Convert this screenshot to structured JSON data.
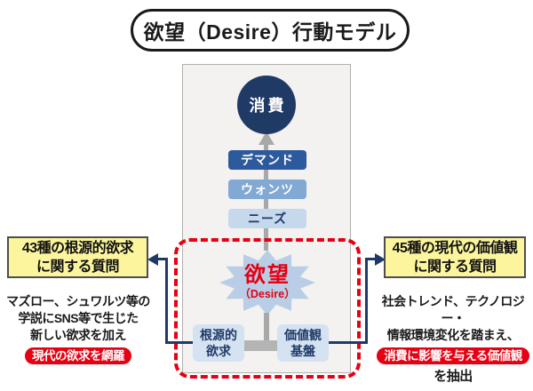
{
  "title": "欲望（Desire）行動モデル",
  "colors": {
    "navy": "#203a66",
    "demand_blue": "#2d5a9c",
    "wants_blue": "#82a8d4",
    "needs_blue": "#c5d8ec",
    "foundation_blue": "#d4e2f1",
    "burst_blue": "#b9cee6",
    "accent_red": "#e60012",
    "question_yellow": "#fcf59e",
    "panel_gray": "#f3f2f0",
    "arrow_gray": "#a8a8a8"
  },
  "flow": {
    "consumption": "消費",
    "levels": [
      {
        "label": "デマンド"
      },
      {
        "label": "ウォンツ"
      },
      {
        "label": "ニーズ"
      }
    ],
    "desire": {
      "main": "欲望",
      "sub": "（Desire）"
    },
    "foundations": [
      {
        "line1": "根源的",
        "line2": "欲求"
      },
      {
        "line1": "価値観",
        "line2": "基盤"
      }
    ]
  },
  "left": {
    "question_box": {
      "line1": "43種の根源的欲求",
      "line2": "に関する質問"
    },
    "description": [
      "マズロー、シュワルツ等の",
      "学説にSNS等で生じた",
      "新しい欲求を加え"
    ],
    "highlight": "現代の欲求を網羅"
  },
  "right": {
    "question_box": {
      "line1": "45種の現代の価値観",
      "line2": "に関する質問"
    },
    "description": [
      "社会トレンド、テクノロジー・",
      "情報環境変化を踏まえ、"
    ],
    "highlight": "消費に影響を与える価値観",
    "suffix": "を抽出"
  }
}
